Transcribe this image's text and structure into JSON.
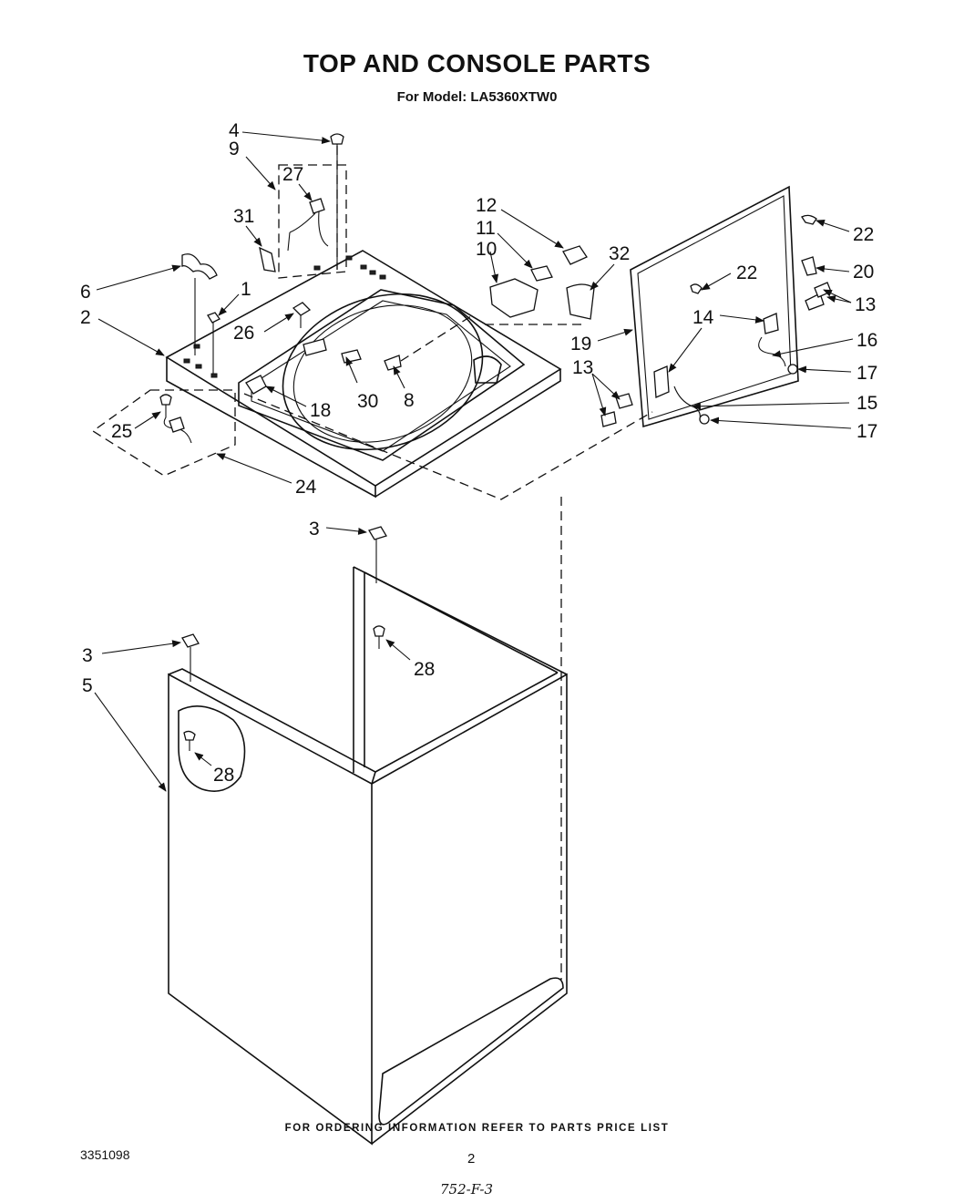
{
  "header": {
    "title": "TOP AND CONSOLE PARTS",
    "model_line": "For Model: LA5360XTW0"
  },
  "callouts": [
    {
      "id": "c4",
      "label": "4"
    },
    {
      "id": "c9",
      "label": "9"
    },
    {
      "id": "c27",
      "label": "27"
    },
    {
      "id": "c31",
      "label": "31"
    },
    {
      "id": "c6",
      "label": "6"
    },
    {
      "id": "c1",
      "label": "1"
    },
    {
      "id": "c2",
      "label": "2"
    },
    {
      "id": "c26",
      "label": "26"
    },
    {
      "id": "c12",
      "label": "12"
    },
    {
      "id": "c11",
      "label": "11"
    },
    {
      "id": "c10",
      "label": "10"
    },
    {
      "id": "c32",
      "label": "32"
    },
    {
      "id": "c22a",
      "label": "22"
    },
    {
      "id": "c22b",
      "label": "22"
    },
    {
      "id": "c20",
      "label": "20"
    },
    {
      "id": "c13a",
      "label": "13"
    },
    {
      "id": "c14",
      "label": "14"
    },
    {
      "id": "c16",
      "label": "16"
    },
    {
      "id": "c19",
      "label": "19"
    },
    {
      "id": "c13b",
      "label": "13"
    },
    {
      "id": "c17a",
      "label": "17"
    },
    {
      "id": "c15",
      "label": "15"
    },
    {
      "id": "c17b",
      "label": "17"
    },
    {
      "id": "c18",
      "label": "18"
    },
    {
      "id": "c30",
      "label": "30"
    },
    {
      "id": "c8",
      "label": "8"
    },
    {
      "id": "c25",
      "label": "25"
    },
    {
      "id": "c24",
      "label": "24"
    },
    {
      "id": "c3a",
      "label": "3"
    },
    {
      "id": "c28a",
      "label": "28"
    },
    {
      "id": "c3b",
      "label": "3"
    },
    {
      "id": "c5",
      "label": "5"
    },
    {
      "id": "c28b",
      "label": "28"
    }
  ],
  "footer": {
    "ordering_note": "FOR ORDERING INFORMATION REFER TO PARTS PRICE LIST",
    "document_number": "3351098",
    "page_number": "2",
    "handwritten_code": "752-F-3"
  }
}
